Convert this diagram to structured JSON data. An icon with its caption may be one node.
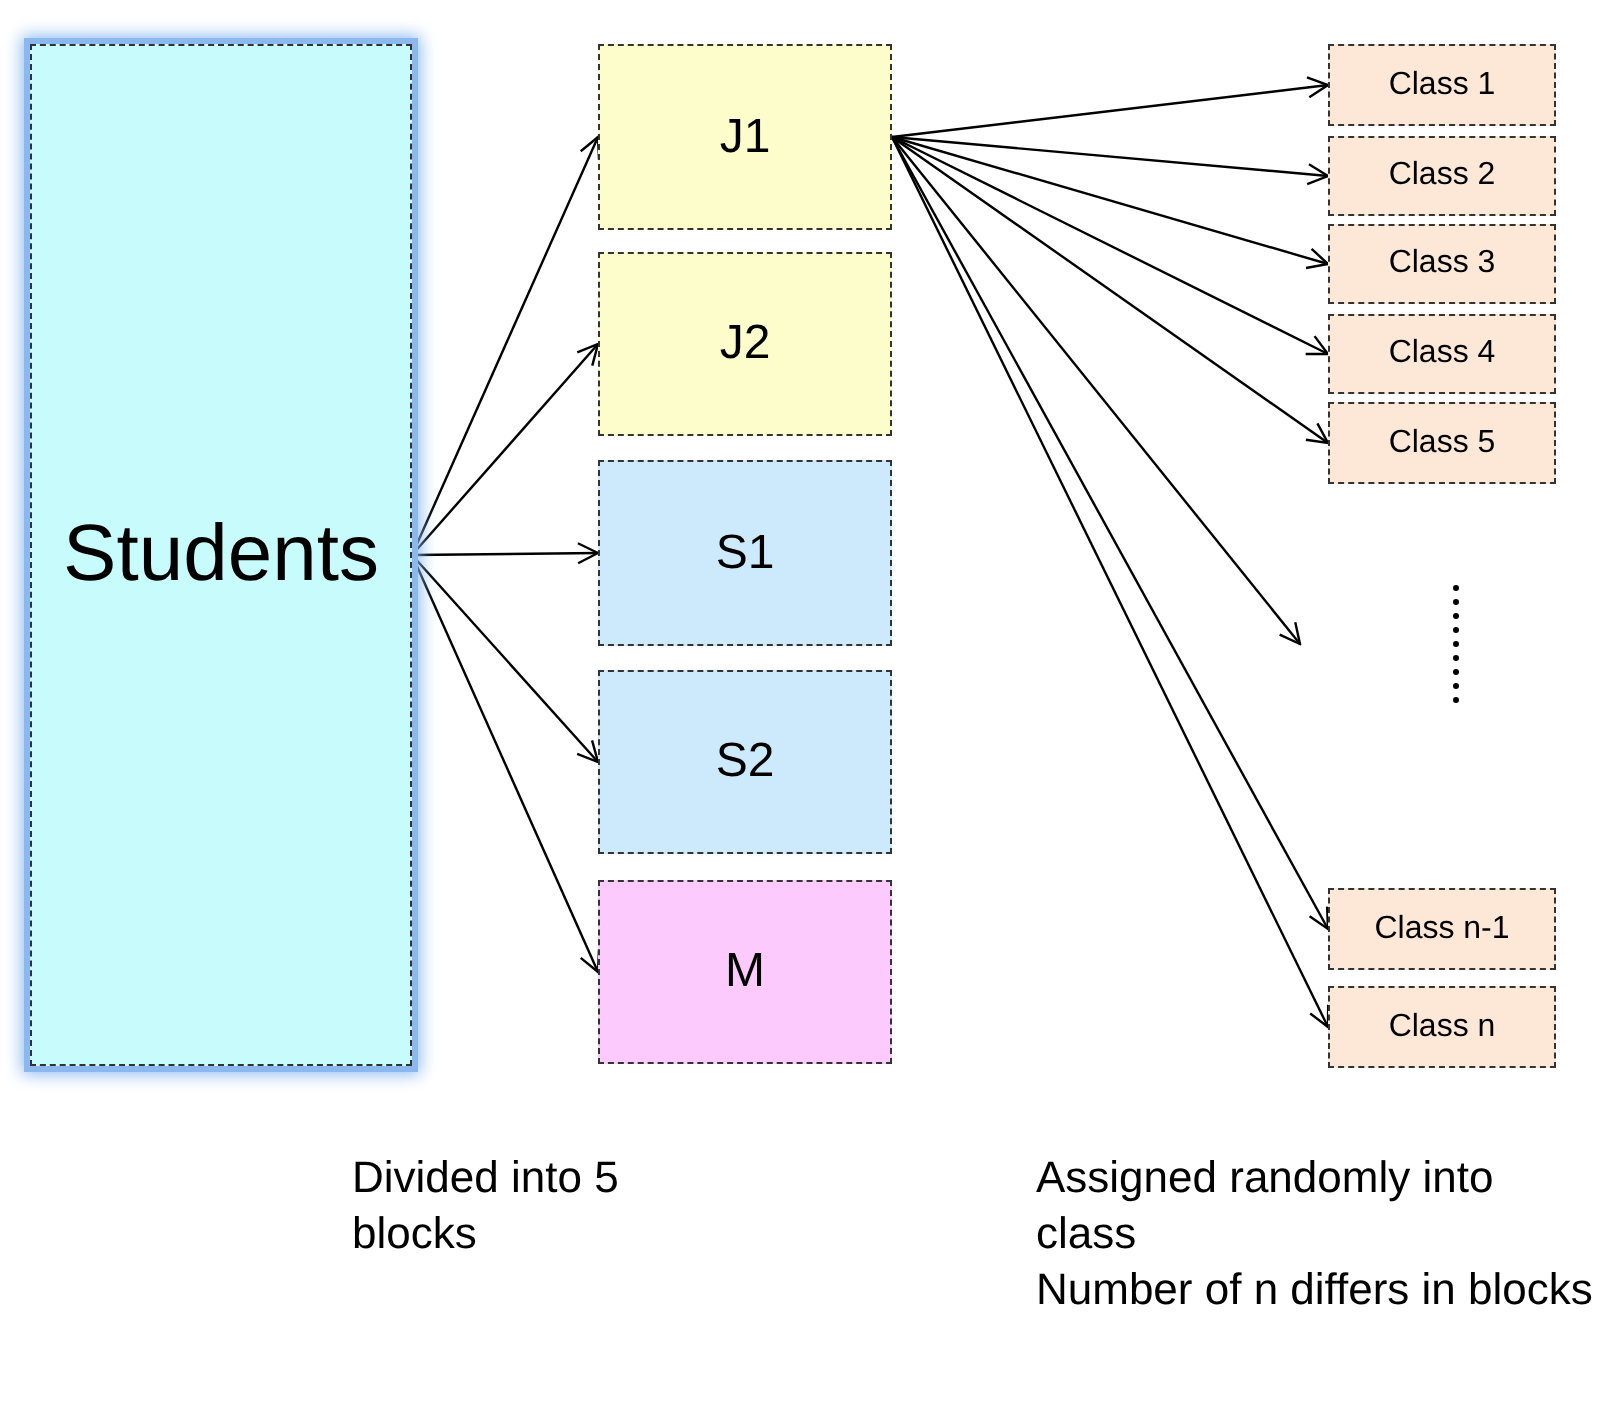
{
  "diagram": {
    "nodes": [
      {
        "text": [
          "Students"
        ]
      },
      {
        "text": [
          "J1"
        ]
      },
      {
        "text": [
          "J2"
        ]
      },
      {
        "text": [
          "S1"
        ]
      },
      {
        "text": [
          "S2"
        ]
      },
      {
        "text": [
          "M"
        ]
      },
      {
        "text": [
          "Class 1"
        ]
      },
      {
        "text": [
          "Class 2"
        ]
      },
      {
        "text": [
          "Class 3"
        ]
      },
      {
        "text": [
          "Class 4"
        ]
      },
      {
        "text": [
          "Class 5"
        ]
      },
      {
        "text": [
          "Class n-1"
        ]
      },
      {
        "text": [
          "Class n"
        ]
      }
    ],
    "edges": [
      {
        "from": 0,
        "to": 1,
        "arrow": "to"
      },
      {
        "from": 0,
        "to": 2,
        "arrow": "to"
      },
      {
        "from": 0,
        "to": 3,
        "arrow": "to"
      },
      {
        "from": 0,
        "to": 4,
        "arrow": "to"
      },
      {
        "from": 0,
        "to": 5,
        "arrow": "to"
      },
      {
        "from": 1,
        "to": 6,
        "arrow": "to"
      },
      {
        "from": 1,
        "to": 7,
        "arrow": "to"
      },
      {
        "from": 1,
        "to": 8,
        "arrow": "to"
      },
      {
        "from": 1,
        "to": 9,
        "arrow": "to"
      },
      {
        "from": 1,
        "to": 10,
        "arrow": "to"
      },
      {
        "from": 1,
        "to": null,
        "arrow": "to"
      },
      {
        "from": 1,
        "to": 11,
        "arrow": "to"
      },
      {
        "from": 1,
        "to": 12,
        "arrow": "to"
      }
    ],
    "labels": [
      "Divided into 5 blocks",
      "Assigned randomly into class",
      "Number of n differs in blocks"
    ]
  }
}
